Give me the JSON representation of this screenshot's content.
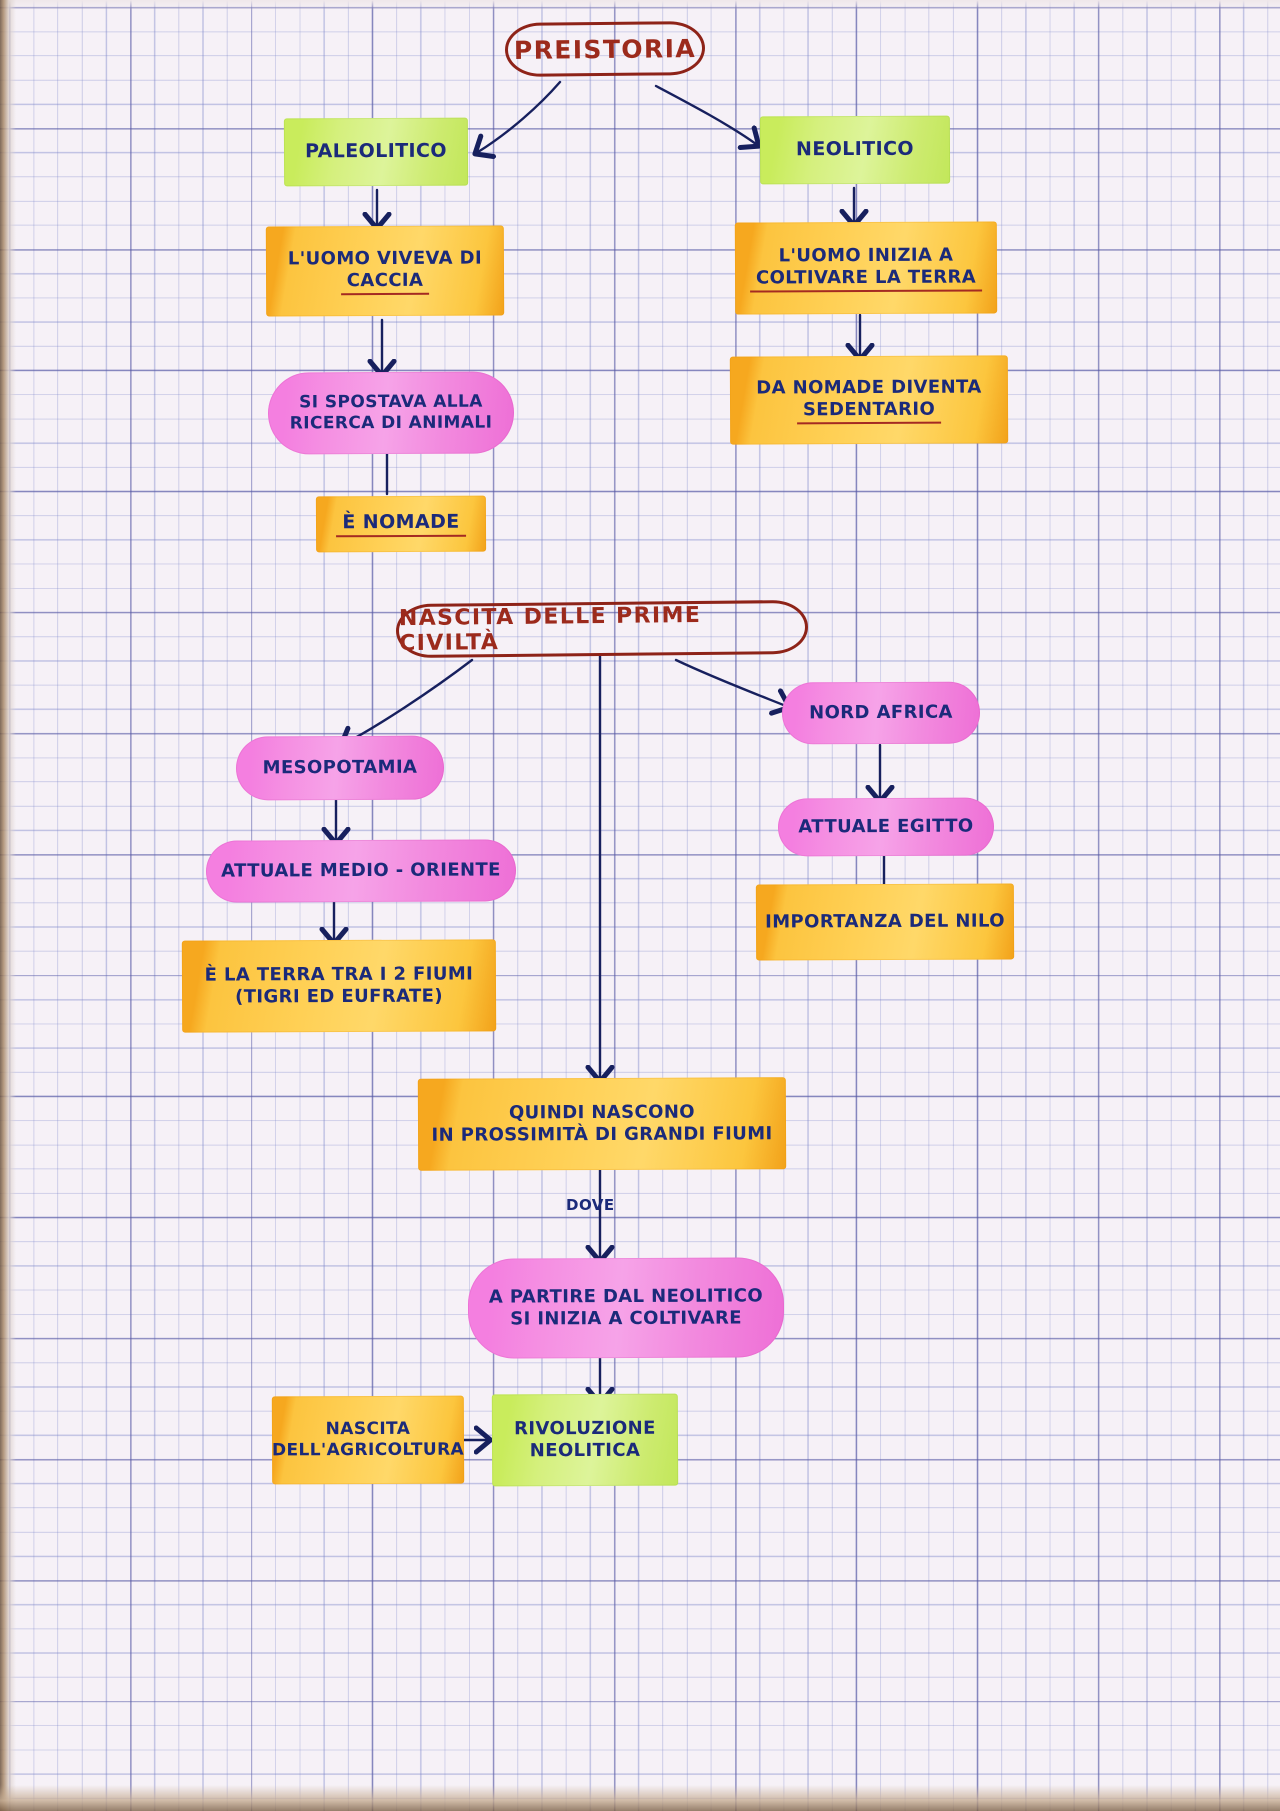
{
  "document": {
    "kind": "hand-drawn concept map on graph paper",
    "language": "Italian",
    "title": "PREISTORIA"
  },
  "colors": {
    "paper": "#f6f1f7",
    "grid_fine": "#7882c8",
    "grid_bold": "#5656a0",
    "ink_blue": "#1b2a7a",
    "ink_red": "#9c2a1c",
    "highlight_green": "#ccea63",
    "highlight_orange": "#ffcb45",
    "highlight_pink": "#f28ae0",
    "underline_red": "#a42a22"
  },
  "nodes": {
    "preistoria": {
      "label": "PREISTORIA",
      "style": "oval-red"
    },
    "paleolitico": {
      "label": "PALEOLITICO",
      "style": "green"
    },
    "neolitico": {
      "label": "NEOLITICO",
      "style": "green"
    },
    "uomo_caccia": {
      "line1": "L'UOMO VIVEVA DI",
      "line2": "CACCIA",
      "line2_underlined": true,
      "style": "orange"
    },
    "uomo_coltiva": {
      "line1": "L'UOMO INIZIA A",
      "line2": "COLTIVARE LA TERRA",
      "line2_underlined": true,
      "style": "orange"
    },
    "si_spostava": {
      "line1": "SI SPOSTAVA ALLA",
      "line2": "RICERCA DI ANIMALI",
      "style": "pink"
    },
    "nomade_sedentario": {
      "line1": "DA NOMADE DIVENTA",
      "line2": "SEDENTARIO",
      "line2_underlined": true,
      "style": "orange"
    },
    "e_nomade": {
      "label": "È NOMADE",
      "underlined": true,
      "style": "orange"
    },
    "nascita_civilta": {
      "label": "NASCITA DELLE PRIME CIVILTÀ",
      "style": "oval-red"
    },
    "mesopotamia": {
      "label": "MESOPOTAMIA",
      "style": "pink"
    },
    "nord_africa": {
      "label": "NORD AFRICA",
      "style": "pink"
    },
    "medio_oriente": {
      "label": "ATTUALE MEDIO - ORIENTE",
      "style": "pink"
    },
    "attuale_egitto": {
      "label": "ATTUALE EGITTO",
      "style": "pink"
    },
    "terra_due_fiumi": {
      "line1": "È LA TERRA TRA I 2 FIUMI",
      "line2": "(TIGRI ED EUFRATE)",
      "style": "orange"
    },
    "importanza_nilo": {
      "label": "IMPORTANZA DEL NILO",
      "style": "orange"
    },
    "grandi_fiumi": {
      "line1": "QUINDI NASCONO",
      "line2": "IN PROSSIMITÀ DI GRANDI FIUMI",
      "style": "orange"
    },
    "dove": {
      "label": "DOVE",
      "style": "plain-text"
    },
    "partire_neolitico": {
      "line1": "A PARTIRE DAL NEOLITICO",
      "line2": "SI INIZIA A COLTIVARE",
      "style": "pink"
    },
    "nascita_agricoltura": {
      "line1": "NASCITA",
      "line2": "DELL'AGRICOLTURA",
      "style": "orange"
    },
    "rivoluzione_neolitica": {
      "line1": "RIVOLUZIONE",
      "line2": "NEOLITICA",
      "style": "green"
    }
  },
  "connections": [
    {
      "from": "preistoria",
      "to": "paleolitico",
      "type": "arrow"
    },
    {
      "from": "preistoria",
      "to": "neolitico",
      "type": "arrow"
    },
    {
      "from": "paleolitico",
      "to": "uomo_caccia",
      "type": "arrow"
    },
    {
      "from": "neolitico",
      "to": "uomo_coltiva",
      "type": "arrow"
    },
    {
      "from": "uomo_caccia",
      "to": "si_spostava",
      "type": "arrow"
    },
    {
      "from": "uomo_coltiva",
      "to": "nomade_sedentario",
      "type": "arrow"
    },
    {
      "from": "si_spostava",
      "to": "e_nomade",
      "type": "line"
    },
    {
      "from": "nascita_civilta",
      "to": "mesopotamia",
      "type": "arrow"
    },
    {
      "from": "nascita_civilta",
      "to": "nord_africa",
      "type": "arrow"
    },
    {
      "from": "nascita_civilta",
      "to": "grandi_fiumi",
      "type": "arrow"
    },
    {
      "from": "mesopotamia",
      "to": "medio_oriente",
      "type": "arrow"
    },
    {
      "from": "nord_africa",
      "to": "attuale_egitto",
      "type": "arrow"
    },
    {
      "from": "medio_oriente",
      "to": "terra_due_fiumi",
      "type": "arrow"
    },
    {
      "from": "attuale_egitto",
      "to": "importanza_nilo",
      "type": "line"
    },
    {
      "from": "grandi_fiumi",
      "to": "partire_neolitico",
      "type": "arrow",
      "label": "DOVE"
    },
    {
      "from": "partire_neolitico",
      "to": "rivoluzione_neolitica",
      "type": "arrow"
    },
    {
      "from": "nascita_agricoltura",
      "to": "rivoluzione_neolitica",
      "type": "arrow"
    }
  ]
}
